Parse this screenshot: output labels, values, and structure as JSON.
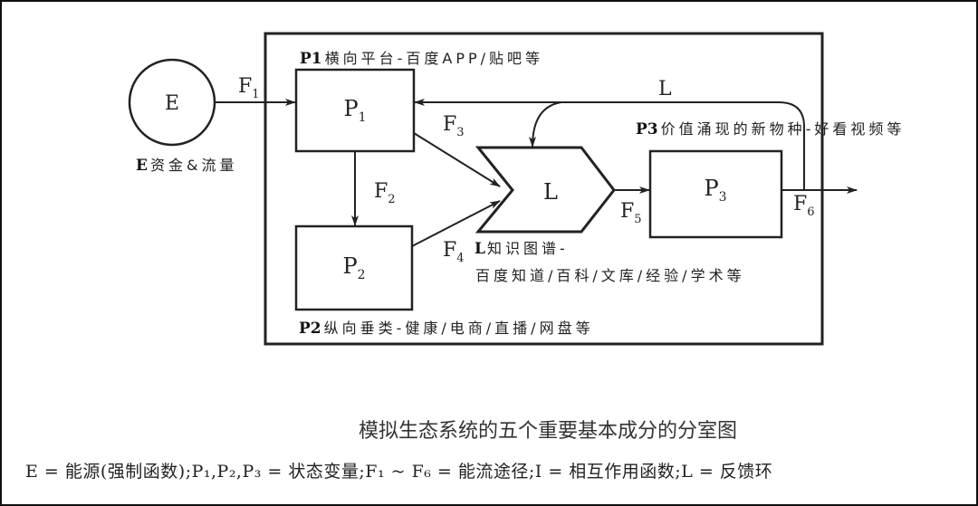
{
  "nodes": {
    "E": {
      "symbol": "E",
      "annotation_prefix": "E",
      "annotation": "资金&流量"
    },
    "P1": {
      "symbol": "P",
      "sub": "1",
      "annotation_prefix": "P1",
      "annotation": "横向平台-百度APP/贴吧等"
    },
    "P2": {
      "symbol": "P",
      "sub": "2",
      "annotation_prefix": "P2",
      "annotation": "纵向垂类-健康/电商/直播/网盘等"
    },
    "P3": {
      "symbol": "P",
      "sub": "3",
      "annotation_prefix": "P3",
      "annotation": "价值涌现的新物种-好看视频等"
    },
    "L": {
      "symbol": "L",
      "annotation_prefix": "L",
      "annotation_line1": "知识图谱-",
      "annotation_line2": "百度知道/百科/文库/经验/学术等"
    }
  },
  "flows": {
    "F1": {
      "symbol": "F",
      "sub": "1"
    },
    "F2": {
      "symbol": "F",
      "sub": "2"
    },
    "F3": {
      "symbol": "F",
      "sub": "3"
    },
    "F4": {
      "symbol": "F",
      "sub": "4"
    },
    "F5": {
      "symbol": "F",
      "sub": "5"
    },
    "F6": {
      "symbol": "F",
      "sub": "6"
    },
    "feedback": "L"
  },
  "caption": "模拟生态系统的五个重要基本成分的分室图",
  "legend": "E = 能源(强制函数);P₁,P₂,P₃ = 状态变量;F₁ ~ F₆ = 能流途径;I = 相互作用函数;L = 反馈环"
}
